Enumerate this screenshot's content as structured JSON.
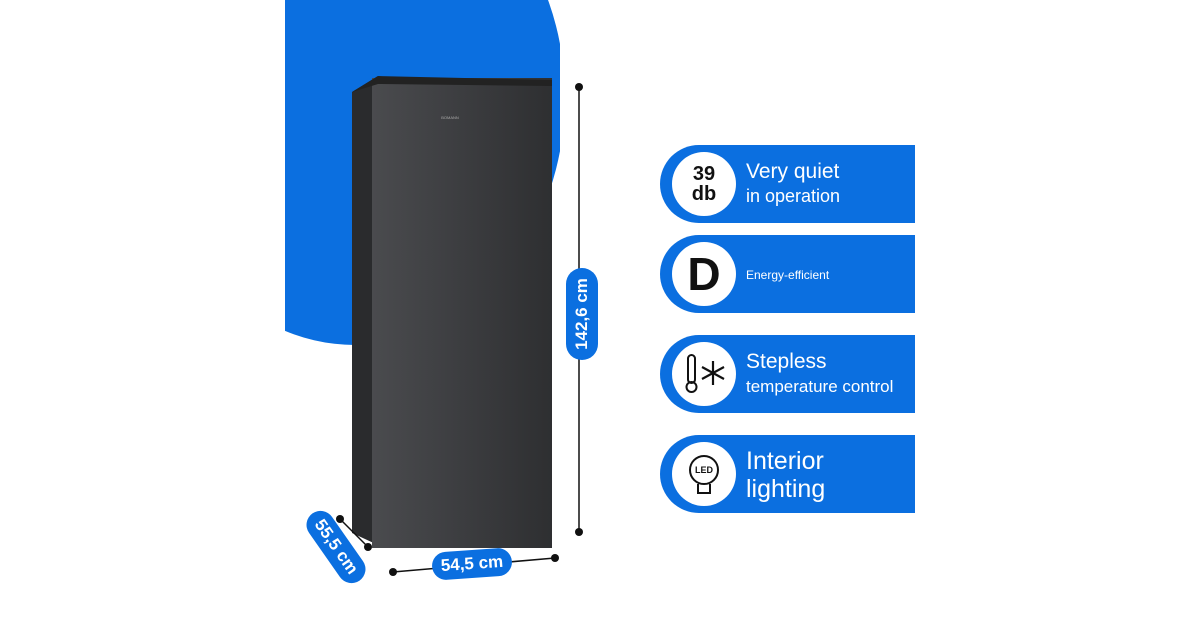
{
  "product": {
    "brand_mark": "BOMANN"
  },
  "dimensions": {
    "height": "142,6 cm",
    "width": "54,5 cm",
    "depth": "55,5 cm"
  },
  "features": [
    {
      "icon": "39 db",
      "icon_top": "39",
      "icon_bottom": "db",
      "line1": "Very quiet",
      "line2": "in operation"
    },
    {
      "icon": "D",
      "line1": "Energy-efficient"
    },
    {
      "icon": "thermometer-snowflake-icon",
      "line1": "Stepless",
      "line2": "temperature control"
    },
    {
      "icon": "led-bulb-icon",
      "icon_text": "LED",
      "line1": "Interior",
      "line2": "lighting"
    }
  ],
  "colors": {
    "accent": "#0b6fe0",
    "fridge": "#3a3b3d"
  }
}
